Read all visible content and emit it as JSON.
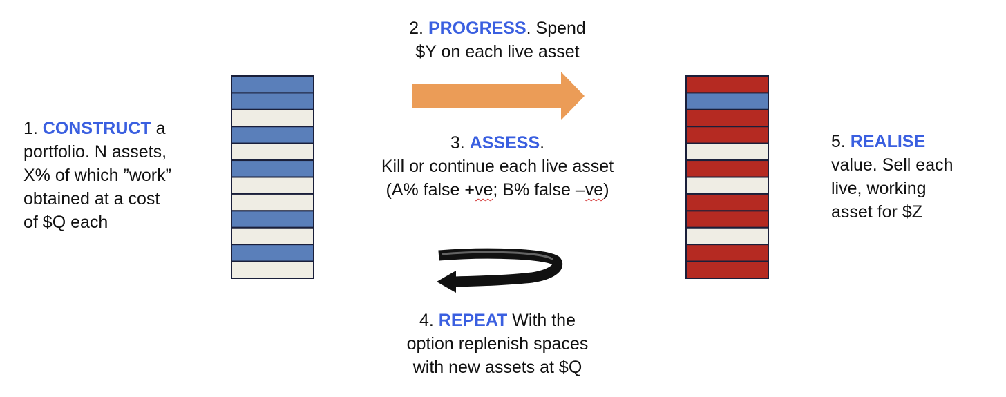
{
  "step1": {
    "prefix": "1. ",
    "keyword": "CONSTRUCT",
    "line1_suffix": " a",
    "line2": "portfolio.  N assets,",
    "line3": "X% of which ”work”",
    "line4": "obtained at a cost",
    "line5": "of $Q each"
  },
  "step2": {
    "prefix": "2. ",
    "keyword": "PROGRESS",
    "line1_suffix": ". Spend",
    "line2": "$Y on each live asset"
  },
  "step3": {
    "prefix": "3. ",
    "keyword": "ASSESS",
    "line1_suffix": ".",
    "line2": "Kill or continue each live asset",
    "line3_a": "(A% false +",
    "line3_b": "ve",
    "line3_c": "; B% false –",
    "line3_d": "ve",
    "line3_e": ")"
  },
  "step4": {
    "prefix": "4. ",
    "keyword": "REPEAT",
    "line1_suffix": "  With the",
    "line2": "option replenish spaces",
    "line3": "with new assets at $Q"
  },
  "step5": {
    "prefix": "5. ",
    "keyword": "REALISE",
    "line2": "value. Sell each",
    "line3": "live, working",
    "line4": "asset for $Z"
  },
  "colors": {
    "keyword": "#3a5fe0",
    "blue_cell": "#5a7fba",
    "cream_cell": "#efede4",
    "red_cell": "#b52a22",
    "cell_border": "#1a1f3a",
    "progress_arrow": "#eb9c57",
    "repeat_arrow": "#111111"
  },
  "left_column": {
    "cells": [
      "blue",
      "blue",
      "cream",
      "blue",
      "cream",
      "blue",
      "cream",
      "cream",
      "blue",
      "cream",
      "blue",
      "cream"
    ]
  },
  "right_column": {
    "cells": [
      "red",
      "blue",
      "red",
      "red",
      "cream",
      "red",
      "cream",
      "red",
      "red",
      "cream",
      "red",
      "red"
    ]
  },
  "icons": {
    "progress_arrow": "arrow-right-icon",
    "repeat_arrow": "loop-back-arrow-icon"
  }
}
